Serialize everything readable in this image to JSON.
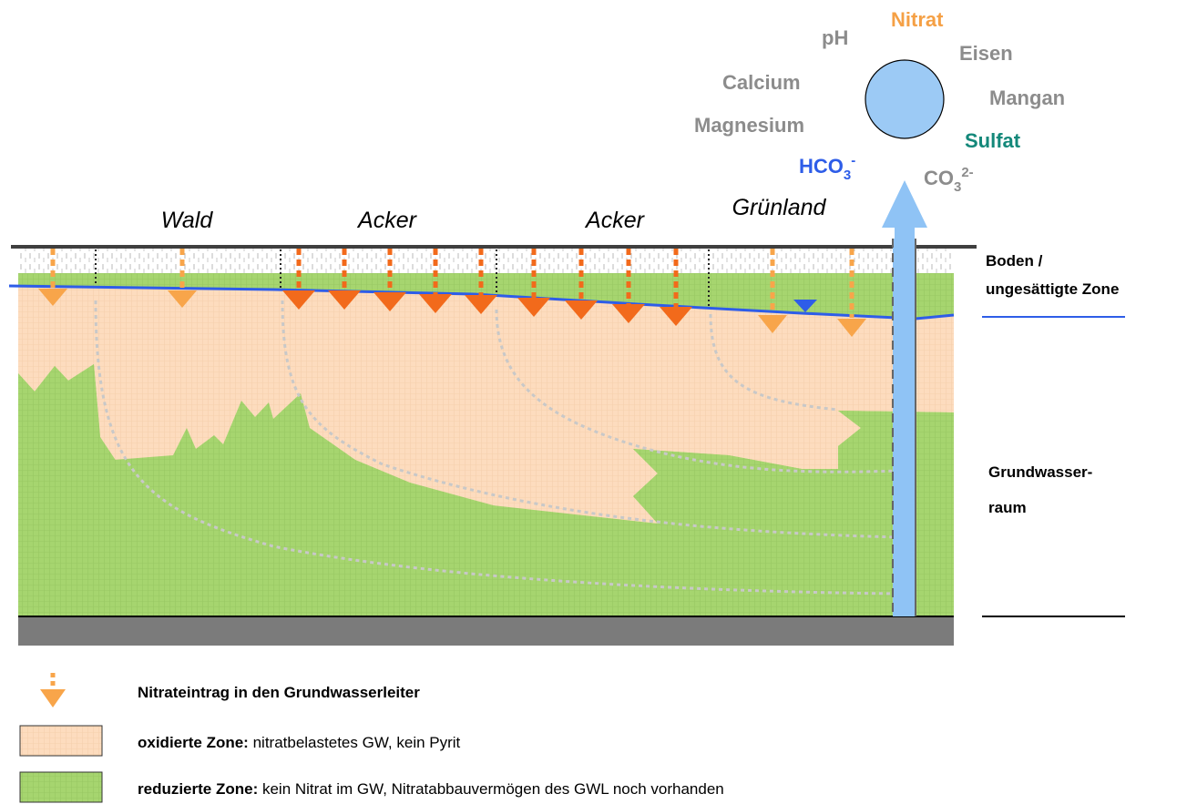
{
  "land_use": [
    "Wald",
    "Acker",
    "Acker",
    "Grünland"
  ],
  "ions": {
    "nitrat": "Nitrat",
    "ph": "pH",
    "eisen": "Eisen",
    "calcium": "Calcium",
    "mangan": "Mangan",
    "magnesium": "Magnesium",
    "sulfat": "Sulfat",
    "hco3_base": "HCO",
    "hco3_sub": "3",
    "hco3_sup": "-",
    "co3_base": "CO",
    "co3_sub": "3",
    "co3_sup": "2-"
  },
  "side_labels": {
    "boden_1": "Boden /",
    "boden_2": "ungesättigte Zone",
    "gw_1": "Grundwasser-",
    "gw_2": "raum"
  },
  "legend": {
    "nitrate_input": "Nitrateintrag in den Grundwasserleiter",
    "oxidized_bold": "oxidierte Zone:",
    "oxidized_text": " nitratbelastetes GW, kein Pyrit",
    "reduced_bold": "reduzierte Zone:",
    "reduced_text": " kein Nitrat im GW, Nitratabbauvermögen des GWL noch vorhanden"
  },
  "colors": {
    "oxidized_zone": "#fddcbe",
    "reduced_zone": "#a6d56f",
    "groundwater_table": "#2e5de8",
    "well": "#8fc3f5",
    "nitrate_light": "#f8a54a",
    "nitrate_dark": "#f26a1b",
    "nitrat_text": "#f5a045",
    "sulfat_text": "#14887a",
    "hco3_text": "#2e5de8",
    "ion_text": "#8c8c8c",
    "bedrock": "#7b7b7b"
  }
}
